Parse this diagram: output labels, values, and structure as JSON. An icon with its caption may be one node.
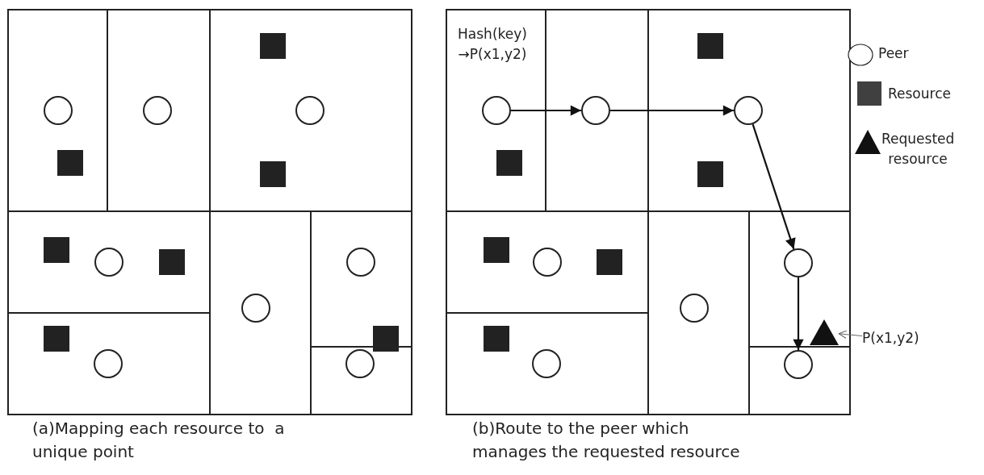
{
  "diagram": {
    "nodes": [
      {
        "text": [],
        "shape": "circle"
      },
      {
        "text": [],
        "shape": "circle"
      },
      {
        "text": [],
        "shape": "circle"
      },
      {
        "text": [],
        "shape": "circle"
      },
      {
        "text": [],
        "shape": "circle"
      },
      {
        "text": [],
        "shape": "circle"
      },
      {
        "text": [],
        "shape": "circle"
      },
      {
        "text": [],
        "shape": "circle"
      },
      {
        "text": [],
        "shape": "circle"
      },
      {
        "text": [],
        "shape": "circle"
      },
      {
        "text": [],
        "shape": "circle"
      },
      {
        "text": [],
        "shape": "circle"
      },
      {
        "text": [],
        "shape": "circle"
      },
      {
        "text": [],
        "shape": "circle"
      },
      {
        "text": [],
        "shape": "circle"
      },
      {
        "text": [],
        "shape": "circle"
      },
      {
        "text": [],
        "shape": "triangle"
      },
      {
        "text": [
          "P(x1,y2)"
        ]
      }
    ],
    "edges": [
      {
        "from": 8,
        "to": 9,
        "arrow": "to"
      },
      {
        "from": 9,
        "to": 10,
        "arrow": "to"
      },
      {
        "from": 10,
        "to": 12,
        "arrow": "to"
      },
      {
        "from": 12,
        "to": 15,
        "arrow": "to"
      },
      {
        "from": 17,
        "to": 16,
        "arrow": "to",
        "color": "#666666"
      }
    ],
    "labels": [
      "Hash(key) →P(x1,y2)",
      "(a)Mapping each resource to  a unique point",
      "(b)Route to the peer which manages the requested resource"
    ],
    "legend": [
      {
        "text": "Peer"
      },
      {
        "text": "Resource",
        "color": "#404040"
      },
      {
        "text": "Requested resource"
      }
    ]
  }
}
